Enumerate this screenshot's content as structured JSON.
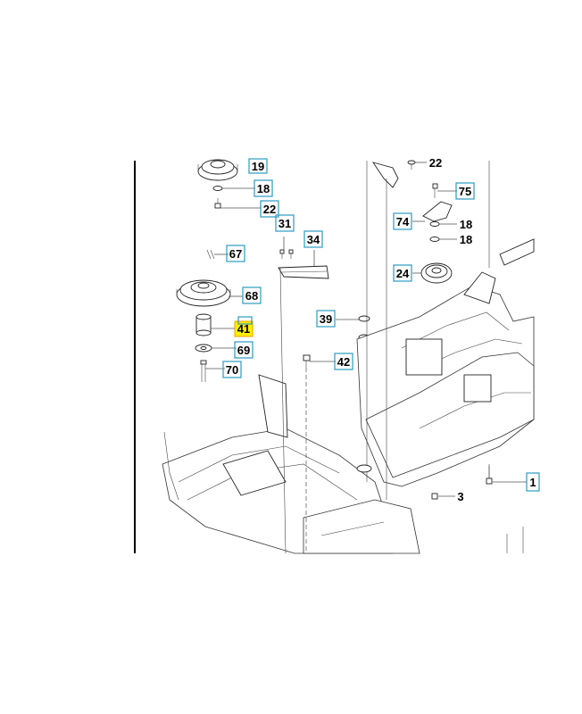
{
  "callouts": [
    {
      "id": "c19",
      "label": "19"
    },
    {
      "id": "c18a",
      "label": "18"
    },
    {
      "id": "c22a",
      "label": "22"
    },
    {
      "id": "c31",
      "label": "31"
    },
    {
      "id": "c34",
      "label": "34"
    },
    {
      "id": "c67",
      "label": "67"
    },
    {
      "id": "c68",
      "label": "68"
    },
    {
      "id": "c41",
      "label": "41",
      "highlight": true
    },
    {
      "id": "c69",
      "label": "69"
    },
    {
      "id": "c70",
      "label": "70"
    },
    {
      "id": "c39",
      "label": "39"
    },
    {
      "id": "c42",
      "label": "42"
    },
    {
      "id": "c22b",
      "label": "22"
    },
    {
      "id": "c75",
      "label": "75"
    },
    {
      "id": "c74",
      "label": "74"
    },
    {
      "id": "c18b",
      "label": "18"
    },
    {
      "id": "c18c",
      "label": "18"
    },
    {
      "id": "c24",
      "label": "24"
    },
    {
      "id": "c3",
      "label": "3"
    },
    {
      "id": "c1",
      "label": "1"
    }
  ],
  "colors": {
    "callout_border": "#2a9bc0",
    "highlight_fill": "#ffef00",
    "line": "#222222"
  }
}
